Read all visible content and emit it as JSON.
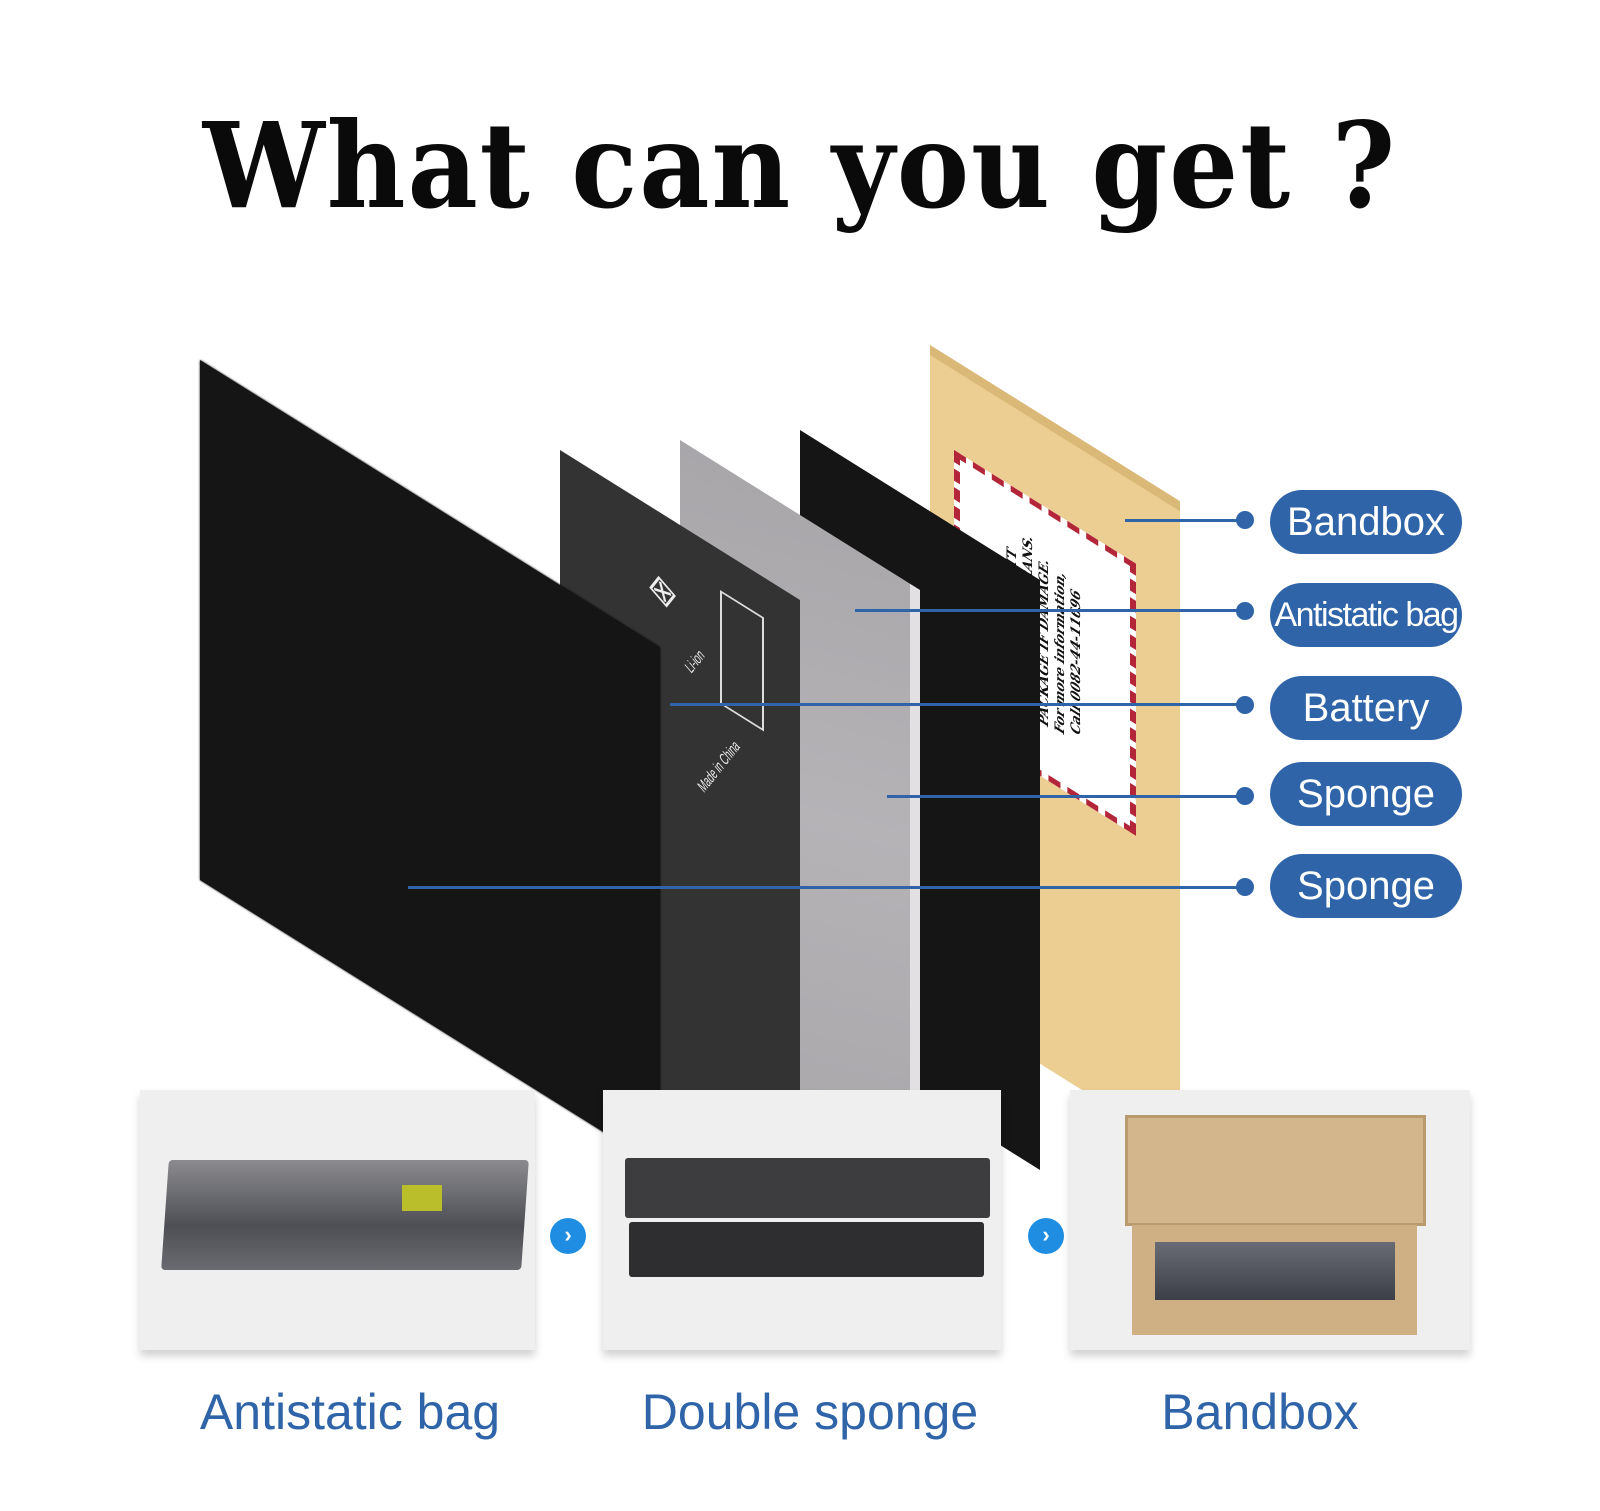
{
  "title": "What can you get ?",
  "battery_markings": {
    "made_in": "Made in China",
    "chemistry": "Li-ion"
  },
  "bandbox_label": {
    "lines": [
      "LITHIUM ION BATT",
      "DO NOT LOAD OR TRANS.",
      "PACKAGE IF DAMAGE.",
      "For more information,",
      "Call 0082-44-11696"
    ]
  },
  "callouts": [
    {
      "label": "Bandbox"
    },
    {
      "label": "Antistatic bag"
    },
    {
      "label": "Battery"
    },
    {
      "label": "Sponge"
    },
    {
      "label": "Sponge"
    }
  ],
  "steps": [
    {
      "caption": "Antistatic bag"
    },
    {
      "caption": "Double sponge"
    },
    {
      "caption": "Bandbox"
    }
  ],
  "arrow_icon": "chevron-right-circle-icon",
  "colors": {
    "accent_blue": "#2f64a8",
    "arrow_blue": "#1f8ee2",
    "bandbox_tan": "#eccd92"
  }
}
